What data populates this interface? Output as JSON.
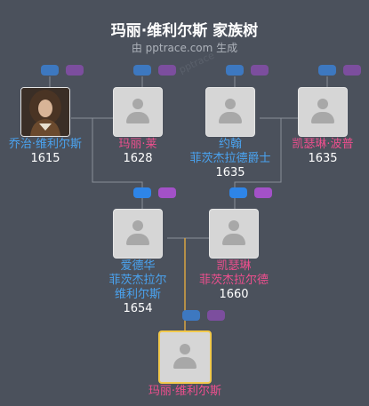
{
  "header": {
    "title": "玛丽·维利尔斯 家族树",
    "subtitle": "由 pptrace.com 生成",
    "watermark": "pptrace"
  },
  "people": {
    "george": {
      "name": "乔治·维利尔斯",
      "year": "1615",
      "gender": "male"
    },
    "mary_rich": {
      "name": "玛丽·莱",
      "year": "1628",
      "gender": "female"
    },
    "john": {
      "name": "约翰\n菲茨杰拉德爵士",
      "year": "1635",
      "gender": "male"
    },
    "katherine_power": {
      "name": "凯瑟琳·波普",
      "year": "1635",
      "gender": "female"
    },
    "edward": {
      "name": "爱德华\n菲茨杰拉尔\n维利尔斯",
      "year": "1654",
      "gender": "male"
    },
    "katherine_fitz": {
      "name": "凯瑟琳\n菲茨杰拉尔德",
      "year": "1660",
      "gender": "female"
    },
    "mary": {
      "name": "玛丽·维利尔斯",
      "year": "",
      "gender": "female"
    }
  },
  "colors": {
    "background": "#4b515c",
    "male": "#4aa3f0",
    "female": "#ee4f8e",
    "selected_border": "#f2c94c",
    "descent_line": "#d9a441"
  }
}
